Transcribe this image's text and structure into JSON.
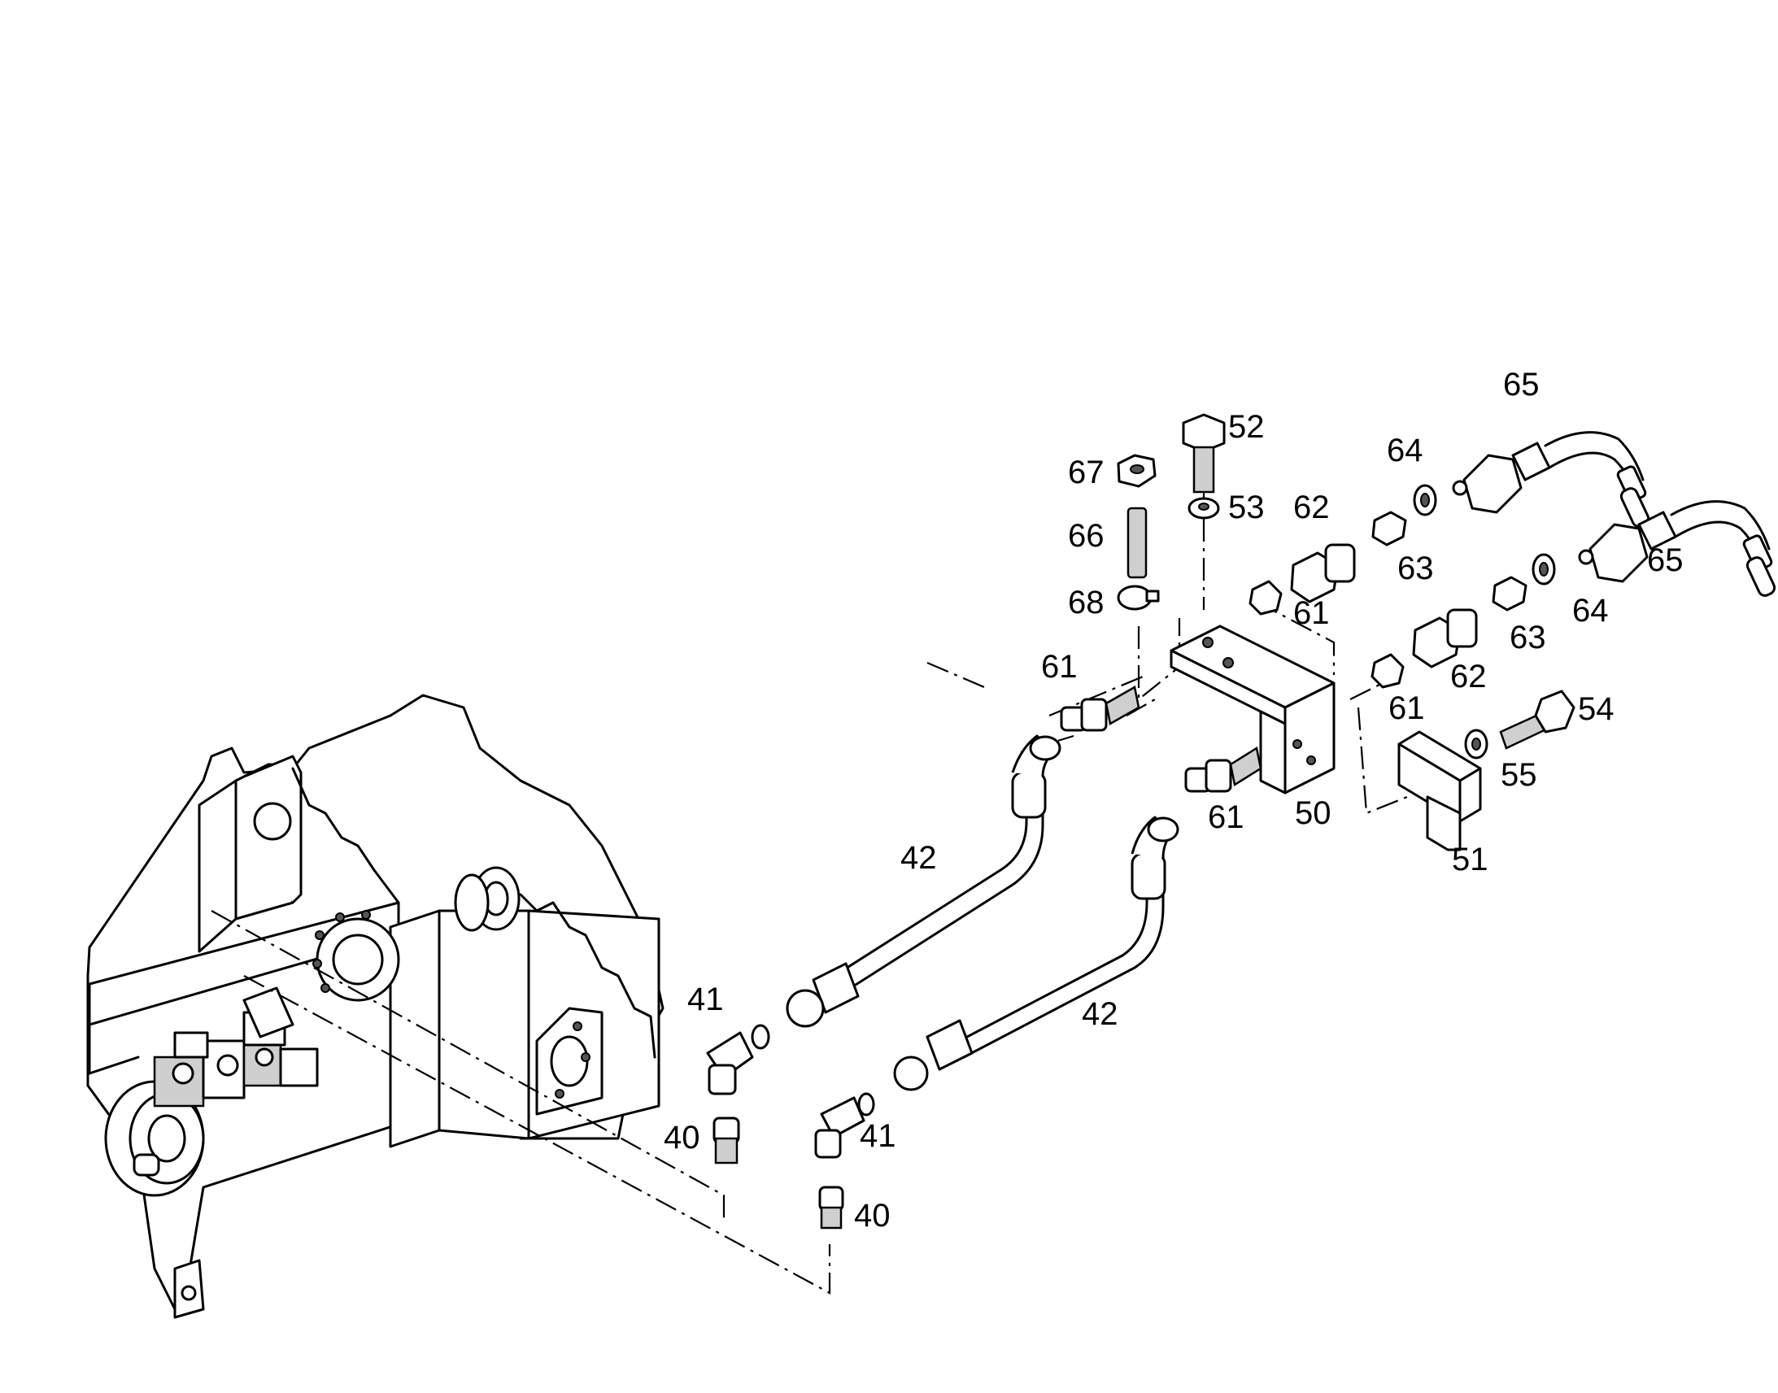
{
  "callouts": [
    {
      "id": "c65a",
      "text": "65"
    },
    {
      "id": "c52",
      "text": "52"
    },
    {
      "id": "c64a",
      "text": "64"
    },
    {
      "id": "c67",
      "text": "67"
    },
    {
      "id": "c53",
      "text": "53"
    },
    {
      "id": "c62a",
      "text": "62"
    },
    {
      "id": "c66",
      "text": "66"
    },
    {
      "id": "c63a",
      "text": "63"
    },
    {
      "id": "c65b",
      "text": "65"
    },
    {
      "id": "c68",
      "text": "68"
    },
    {
      "id": "c61a",
      "text": "61"
    },
    {
      "id": "c64b",
      "text": "64"
    },
    {
      "id": "c63b",
      "text": "63"
    },
    {
      "id": "c61b",
      "text": "61"
    },
    {
      "id": "c62b",
      "text": "62"
    },
    {
      "id": "c61c",
      "text": "61"
    },
    {
      "id": "c54",
      "text": "54"
    },
    {
      "id": "c55",
      "text": "55"
    },
    {
      "id": "c61d",
      "text": "61"
    },
    {
      "id": "c50",
      "text": "50"
    },
    {
      "id": "c51",
      "text": "51"
    },
    {
      "id": "c42a",
      "text": "42"
    },
    {
      "id": "c41a",
      "text": "41"
    },
    {
      "id": "c42b",
      "text": "42"
    },
    {
      "id": "c40a",
      "text": "40"
    },
    {
      "id": "c41b",
      "text": "41"
    },
    {
      "id": "c40b",
      "text": "40"
    }
  ]
}
